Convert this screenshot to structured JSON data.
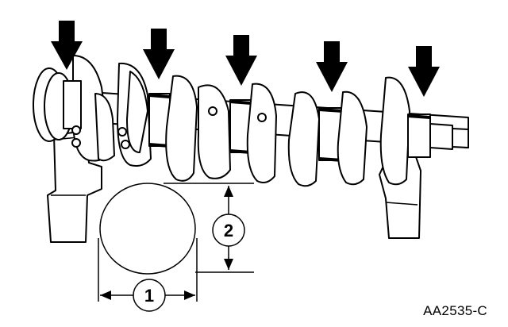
{
  "callouts": {
    "width_label": "1",
    "height_label": "2"
  },
  "figure_code": "AA2535-C",
  "colors": {
    "ink": "#000000",
    "paper": "#ffffff"
  },
  "icons": [
    "down-arrow-icon"
  ]
}
